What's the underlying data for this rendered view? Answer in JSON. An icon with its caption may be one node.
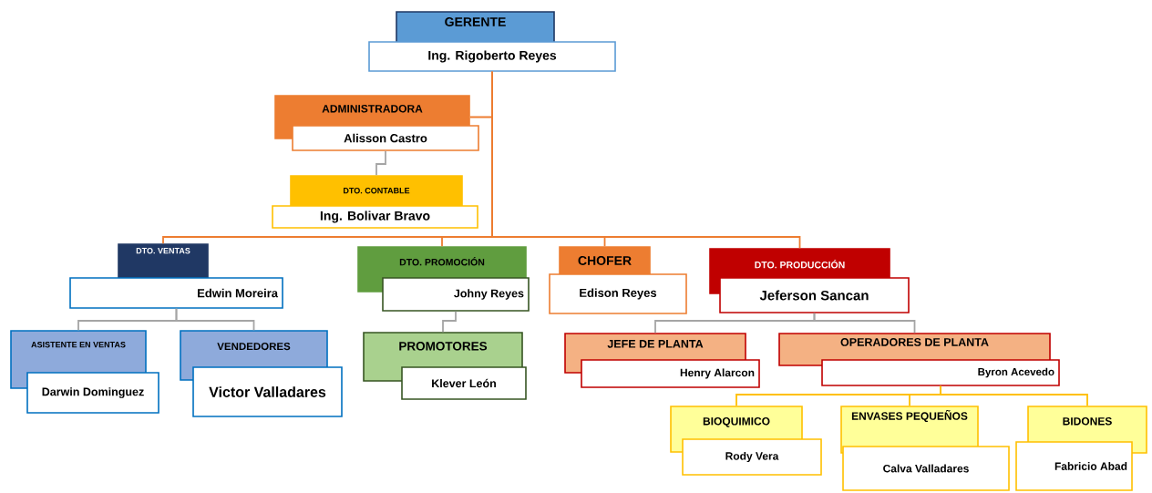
{
  "diagram": {
    "nodes": [
      {
        "text": [
          "GERENTE"
        ]
      },
      {
        "text": [
          "Ing. Rigoberto Reyes"
        ]
      },
      {
        "text": [
          "ADMINISTRADORA"
        ]
      },
      {
        "text": [
          "Alisson Castro"
        ]
      },
      {
        "text": [
          "DTO. CONTABLE"
        ]
      },
      {
        "text": [
          "Ing. Bolivar Bravo"
        ]
      },
      {
        "text": [
          "DTO. VENTAS"
        ]
      },
      {
        "text": [
          "Edwin Moreira"
        ]
      },
      {
        "text": [
          "DTO. PROMOCIÓN"
        ]
      },
      {
        "text": [
          "Johny Reyes"
        ]
      },
      {
        "text": [
          "CHOFER"
        ]
      },
      {
        "text": [
          "Edison Reyes"
        ]
      },
      {
        "text": [
          "DTO. PRODUCCIÓN"
        ]
      },
      {
        "text": [
          "Jeferson Sancan"
        ]
      },
      {
        "text": [
          "ASISTENTE EN VENTAS"
        ]
      },
      {
        "text": [
          "Darwin Dominguez"
        ]
      },
      {
        "text": [
          "VENDEDORES"
        ]
      },
      {
        "text": [
          "Victor Valladares"
        ]
      },
      {
        "text": [
          "PROMOTORES"
        ]
      },
      {
        "text": [
          "Klever León"
        ]
      },
      {
        "text": [
          "JEFE DE PLANTA"
        ]
      },
      {
        "text": [
          "Henry Alarcon"
        ]
      },
      {
        "text": [
          "OPERADORES DE PLANTA"
        ]
      },
      {
        "text": [
          "Byron Acevedo"
        ]
      },
      {
        "text": [
          "BIOQUIMICO"
        ]
      },
      {
        "text": [
          "Rody Vera"
        ]
      },
      {
        "text": [
          "ENVASES PEQUEÑOS"
        ]
      },
      {
        "text": [
          "Calva Valladares"
        ]
      },
      {
        "text": [
          "BIDONES"
        ]
      },
      {
        "text": [
          "Fabricio Abad"
        ]
      }
    ],
    "edges": [
      {
        "from": 1,
        "to": 2,
        "arrow": "none",
        "color": "#ed7d31"
      },
      {
        "from": 1,
        "to": 6,
        "arrow": "none",
        "color": "#ed7d31"
      },
      {
        "from": 1,
        "to": 8,
        "arrow": "none",
        "color": "#ed7d31"
      },
      {
        "from": 1,
        "to": 10,
        "arrow": "none",
        "color": "#ed7d31"
      },
      {
        "from": 1,
        "to": 12,
        "arrow": "none",
        "color": "#ed7d31"
      },
      {
        "from": 3,
        "to": 4,
        "arrow": "none"
      },
      {
        "from": 7,
        "to": 14,
        "arrow": "none"
      },
      {
        "from": 7,
        "to": 16,
        "arrow": "none"
      },
      {
        "from": 9,
        "to": 18,
        "arrow": "none"
      },
      {
        "from": 13,
        "to": 20,
        "arrow": "none"
      },
      {
        "from": 13,
        "to": 22,
        "arrow": "none"
      },
      {
        "from": 23,
        "to": 24,
        "arrow": "none",
        "color": "#ffc000"
      },
      {
        "from": 23,
        "to": 26,
        "arrow": "none",
        "color": "#ffc000"
      },
      {
        "from": 23,
        "to": 28,
        "arrow": "none",
        "color": "#ffc000"
      }
    ]
  }
}
